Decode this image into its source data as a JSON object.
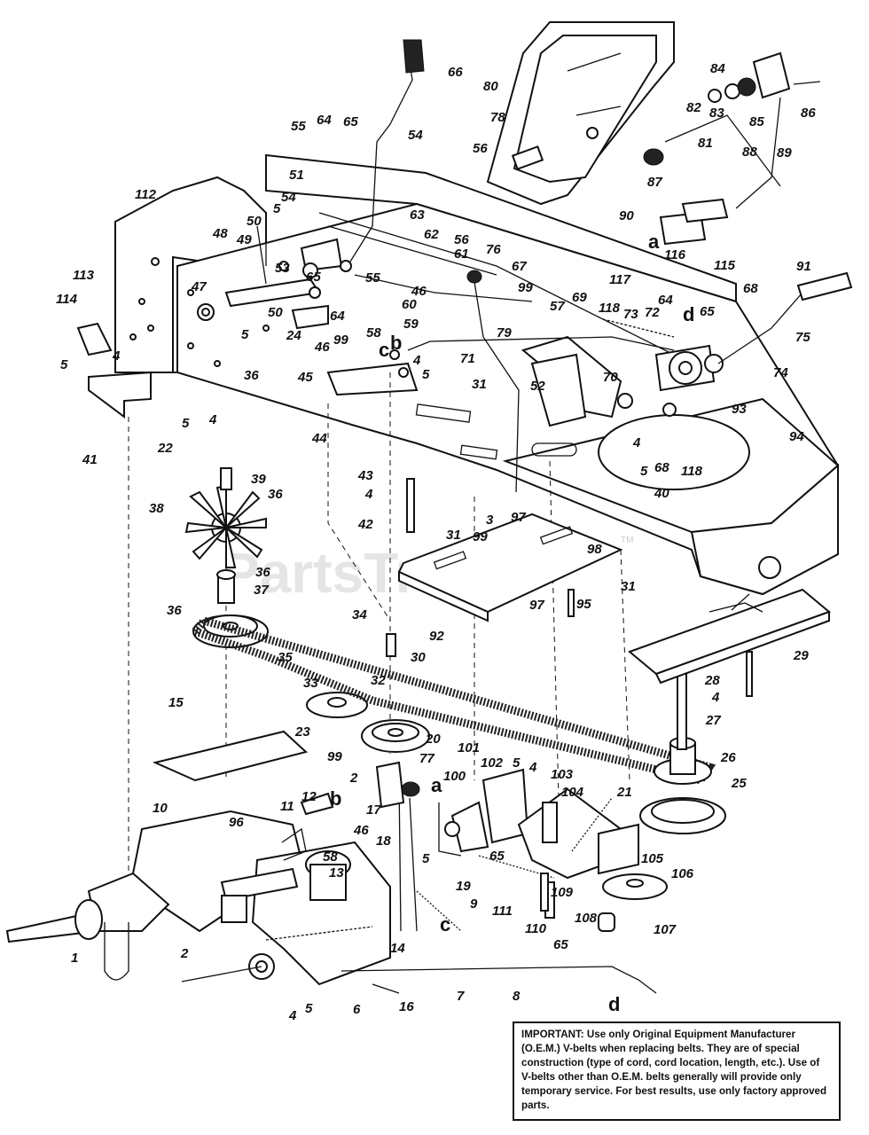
{
  "watermark": "PartsTree",
  "trademark": "TM",
  "notice": {
    "lead": "IMPORTANT:",
    "text": "Use only Original Equipment Manufacturer (O.E.M.) V-belts when replacing belts. They are of special construction (type of cord, cord location, length, etc.). Use of V-belts other than O.E.M. belts generally will provide only temporary service. For best results, use only factory approved parts."
  },
  "connector_letters": [
    "a",
    "b",
    "c",
    "d"
  ],
  "callout_numbers": [
    "1",
    "2",
    "3",
    "4",
    "5",
    "6",
    "7",
    "8",
    "9",
    "10",
    "11",
    "12",
    "13",
    "14",
    "15",
    "16",
    "17",
    "18",
    "19",
    "20",
    "21",
    "22",
    "23",
    "24",
    "25",
    "26",
    "27",
    "28",
    "29",
    "30",
    "31",
    "32",
    "33",
    "34",
    "35",
    "36",
    "37",
    "38",
    "39",
    "40",
    "41",
    "42",
    "43",
    "44",
    "45",
    "46",
    "47",
    "48",
    "49",
    "50",
    "51",
    "52",
    "53",
    "54",
    "55",
    "56",
    "57",
    "58",
    "59",
    "60",
    "61",
    "62",
    "63",
    "64",
    "65",
    "66",
    "67",
    "68",
    "69",
    "70",
    "71",
    "72",
    "73",
    "74",
    "75",
    "76",
    "77",
    "78",
    "79",
    "80",
    "81",
    "82",
    "83",
    "84",
    "85",
    "86",
    "87",
    "88",
    "89",
    "90",
    "91",
    "92",
    "93",
    "94",
    "95",
    "96",
    "97",
    "98",
    "99",
    "100",
    "101",
    "102",
    "103",
    "104",
    "105",
    "106",
    "107",
    "108",
    "109",
    "110",
    "111",
    "112",
    "113",
    "114",
    "115",
    "116",
    "117",
    "118"
  ]
}
